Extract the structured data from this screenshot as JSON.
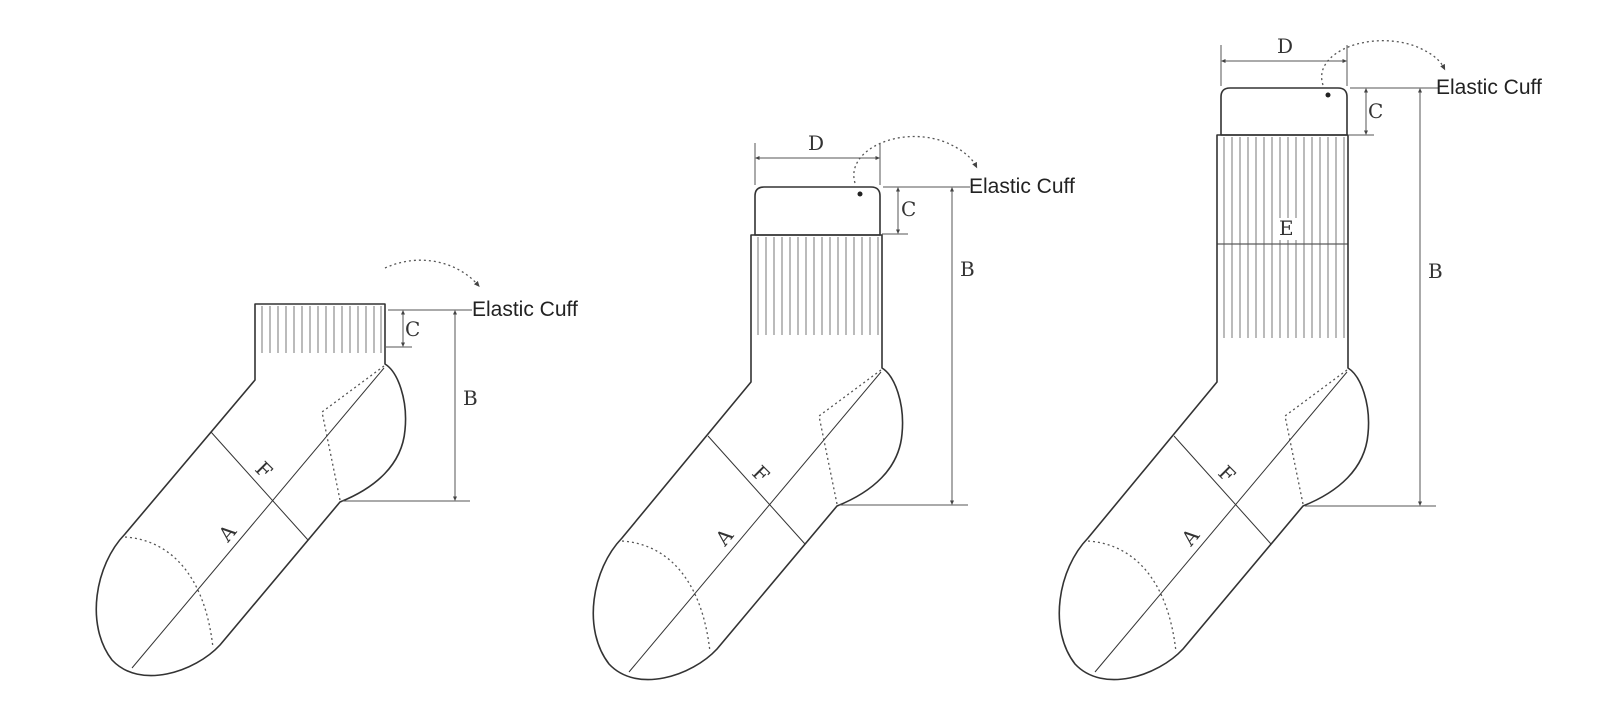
{
  "labels": {
    "A": "A",
    "B": "B",
    "C": "C",
    "D": "D",
    "E": "E",
    "F": "F",
    "elastic_cuff": "Elastic Cuff"
  },
  "socks": [
    {
      "id": "ankle-sock"
    },
    {
      "id": "crew-sock"
    },
    {
      "id": "long-sock"
    }
  ]
}
